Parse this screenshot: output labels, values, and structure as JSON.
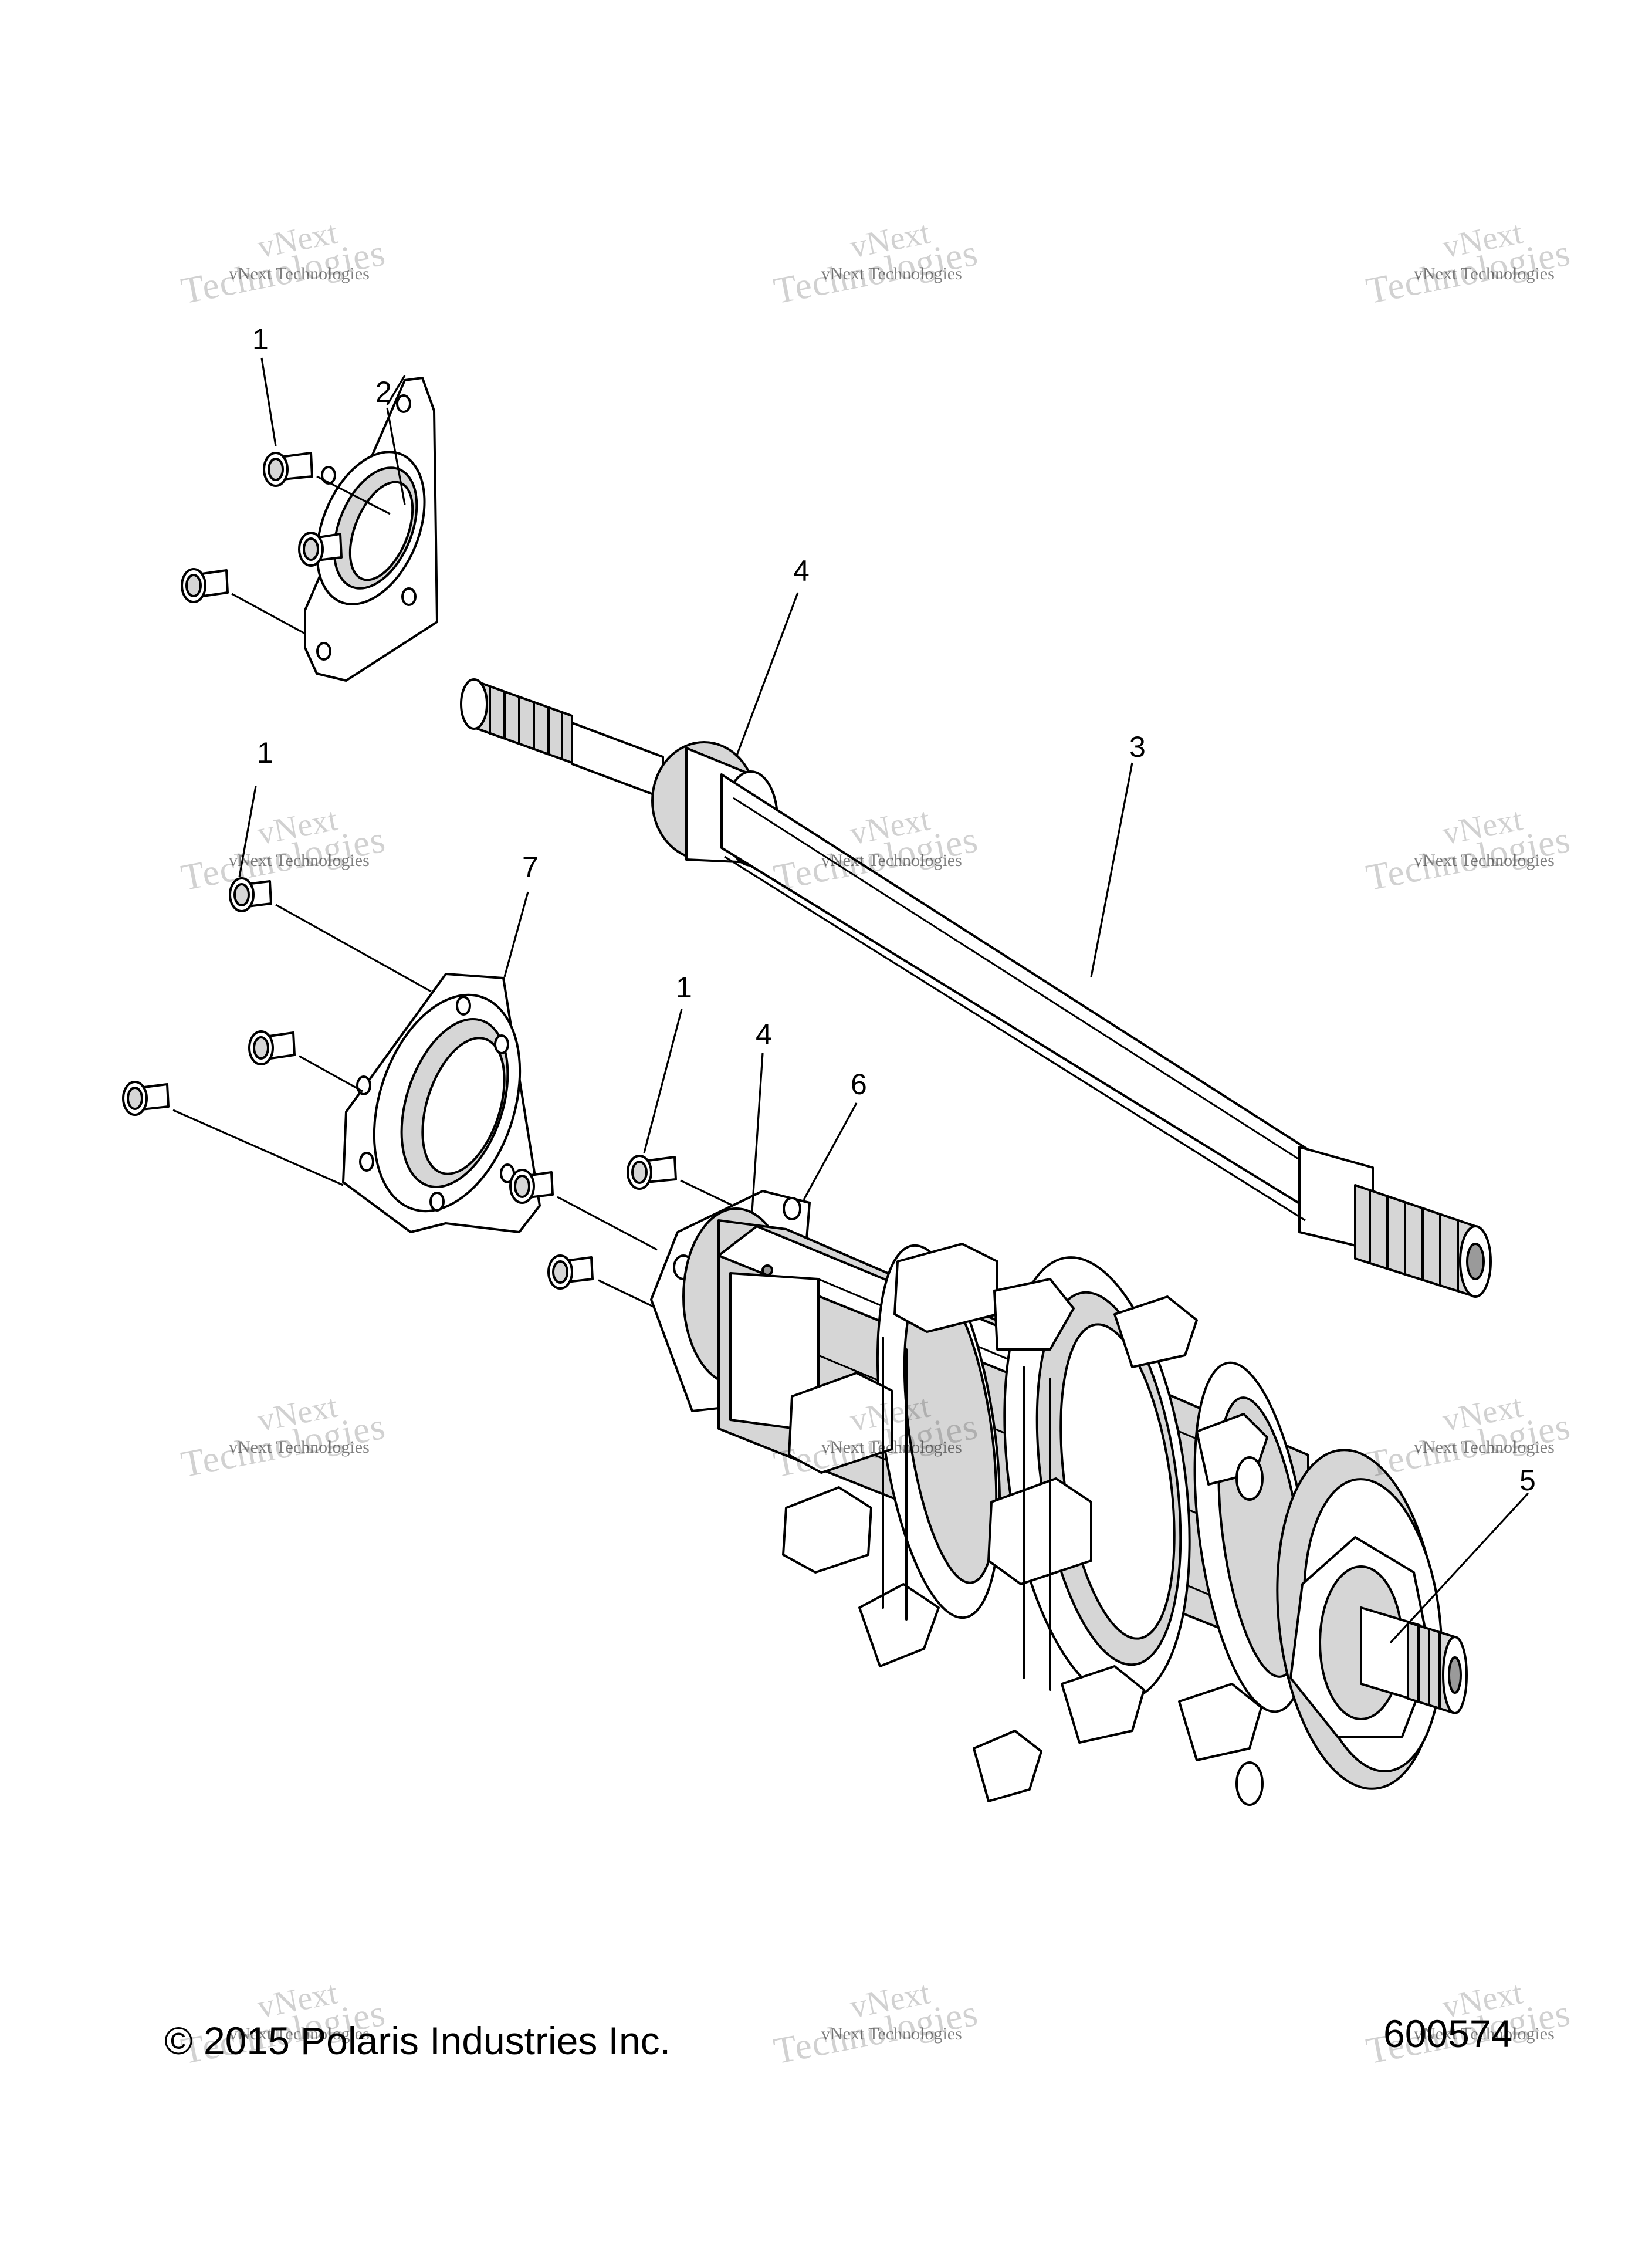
{
  "footer": {
    "copyright": "© 2015 Polaris Industries Inc.",
    "drawing_number": "600574"
  },
  "callouts": {
    "c1a": "1",
    "c2": "2",
    "c4a": "4",
    "c3": "3",
    "c1b": "1",
    "c7": "7",
    "c1c": "1",
    "c4b": "4",
    "c6": "6",
    "c5": "5"
  },
  "watermark": {
    "line1": "vNext Technologies",
    "line2": "Technologies",
    "line3": "vNext"
  }
}
